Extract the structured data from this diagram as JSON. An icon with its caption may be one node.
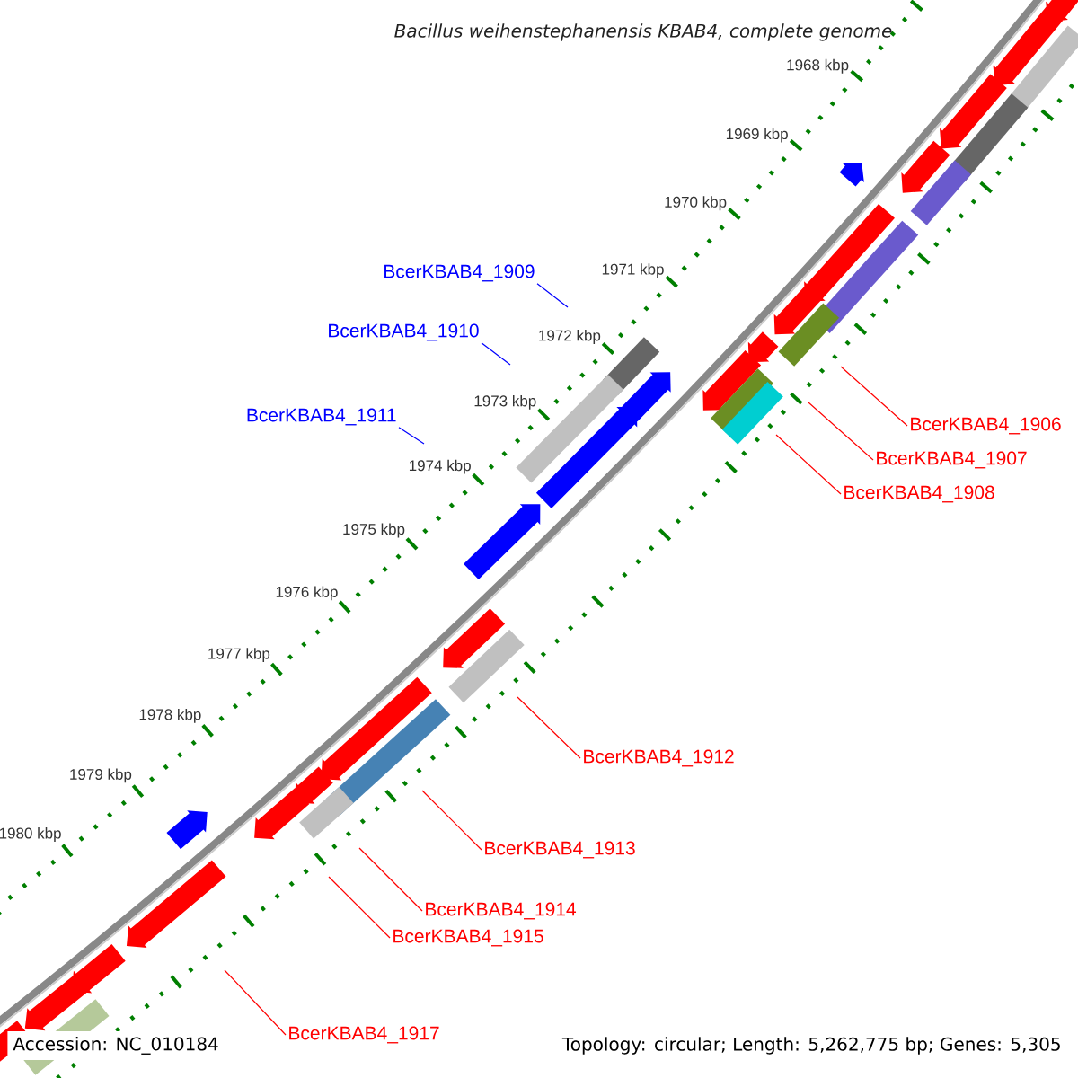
{
  "diagram": {
    "title": "Bacillus weihenstephanensis KBAB4, complete genome",
    "nodes": [
      {
        "text": [
          "BcerKBAB4_1909"
        ]
      },
      {
        "text": [
          "BcerKBAB4_1910"
        ]
      },
      {
        "text": [
          "BcerKBAB4_1906"
        ]
      },
      {
        "text": [
          "BcerKBAB4_1911"
        ]
      },
      {
        "text": [
          "BcerKBAB4_1907"
        ]
      },
      {
        "text": [
          "BcerKBAB4_1908"
        ]
      },
      {
        "text": [
          "BcerKBAB4_1912"
        ]
      },
      {
        "text": [
          "BcerKBAB4_1913"
        ]
      },
      {
        "text": [
          "BcerKBAB4_1914"
        ]
      },
      {
        "text": [
          "BcerKBAB4_1915"
        ]
      },
      {
        "text": [
          "BcerKBAB4_1917"
        ]
      }
    ],
    "edges": [
      {
        "from": 0,
        "to": null,
        "arrow": "none",
        "color": "#0000ff"
      },
      {
        "from": 1,
        "to": null,
        "arrow": "none",
        "color": "#0000ff"
      },
      {
        "from": 2,
        "to": null,
        "arrow": "none"
      },
      {
        "from": 3,
        "to": null,
        "arrow": "none",
        "color": "#0000ff"
      },
      {
        "from": 4,
        "to": null,
        "arrow": "none"
      },
      {
        "from": 5,
        "to": null,
        "arrow": "none"
      },
      {
        "from": 6,
        "to": null,
        "arrow": "none"
      },
      {
        "from": 7,
        "to": null,
        "arrow": "none"
      },
      {
        "from": 8,
        "to": null,
        "arrow": "none"
      },
      {
        "from": 9,
        "to": null,
        "arrow": "none"
      },
      {
        "from": 10,
        "to": null,
        "arrow": "none"
      }
    ],
    "labels": [
      "1968 kbp",
      "1969 kbp",
      "1970 kbp",
      "1971 kbp",
      "1972 kbp",
      "1973 kbp",
      "1974 kbp",
      "1975 kbp",
      "1976 kbp",
      "1977 kbp",
      "1978 kbp",
      "1979 kbp",
      "1980 kbp",
      "Accession: NC_010184",
      "Topology: circular; Length: 5,262,775 bp; Genes: 5,305"
    ]
  }
}
